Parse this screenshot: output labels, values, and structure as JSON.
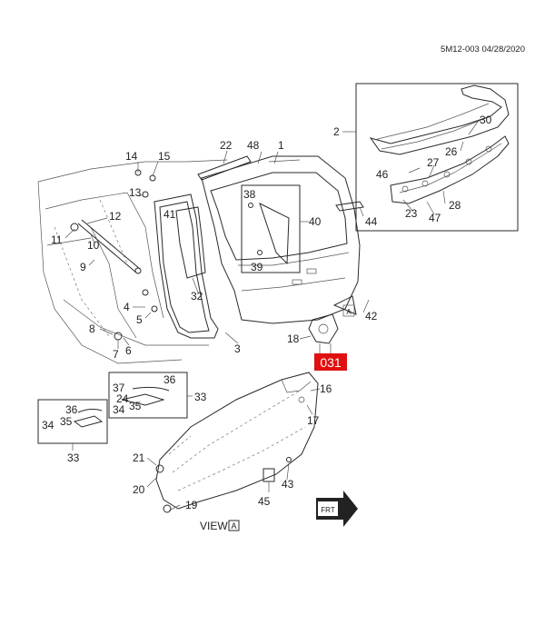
{
  "header": {
    "doc_code": "5M12-003 04/28/2020"
  },
  "highlight": {
    "label": "031",
    "color": "#e01010"
  },
  "view_label": {
    "text": "VIEW",
    "marker": "A"
  },
  "callouts": {
    "n1": "1",
    "n2": "2",
    "n3": "3",
    "n4": "4",
    "n5": "5",
    "n6": "6",
    "n7": "7",
    "n8": "8",
    "n9": "9",
    "n10": "10",
    "n11": "11",
    "n12": "12",
    "n13": "13",
    "n14": "14",
    "n15": "15",
    "n16": "16",
    "n17": "17",
    "n18": "18",
    "n19": "19",
    "n20": "20",
    "n21": "21",
    "n22": "22",
    "n23": "23",
    "n24": "24",
    "n26": "26",
    "n27": "27",
    "n28": "28",
    "n30": "30",
    "n32": "32",
    "n33a": "33",
    "n33b": "33",
    "n34a": "34",
    "n34b": "34",
    "n35a": "35",
    "n35b": "35",
    "n36a": "36",
    "n36b": "36",
    "n37": "37",
    "n38": "38",
    "n39": "39",
    "n40": "40",
    "n41": "41",
    "n42": "42",
    "n43": "43",
    "n44": "44",
    "n45": "45",
    "n46": "46",
    "n47": "47",
    "n48": "48"
  },
  "arrow_marker": "A",
  "front_marker": "FRT"
}
